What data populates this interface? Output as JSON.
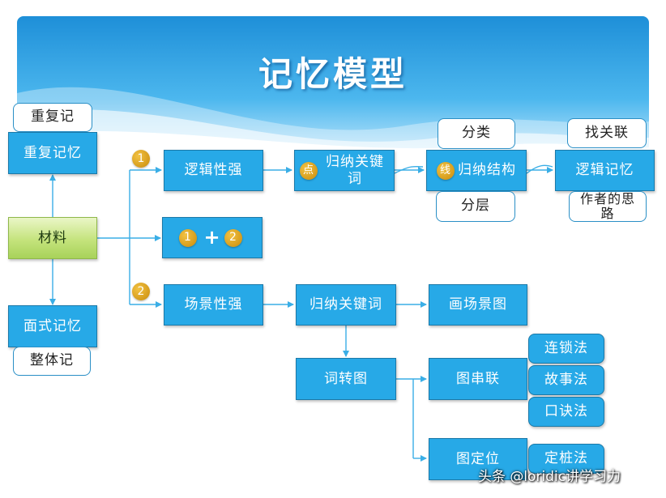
{
  "title": "记忆模型",
  "nodes": {
    "materials": "材料",
    "repeat_memory": "重复记忆",
    "repeat_memory_tag": "重复记",
    "surface_memory": "面式记忆",
    "whole_memory_tag": "整体记",
    "logic_strong": "逻辑性强",
    "combo_plus": "+",
    "scene_strong": "场景性强",
    "summarize_keywords_top": "归纳关键词",
    "summarize_structure": "归纳结构",
    "logic_memory": "逻辑记忆",
    "classify": "分类",
    "layering": "分层",
    "find_relation": "找关联",
    "author_thought": "作者的思路",
    "summarize_keywords_bottom": "归纳关键词",
    "draw_scene": "画场景图",
    "word_to_image": "词转图",
    "image_chain": "图串联",
    "image_locate": "图定位",
    "chain_method": "连锁法",
    "story_method": "故事法",
    "rhyme_method": "口诀法",
    "peg_method": "定桩法"
  },
  "badges": {
    "one": "1",
    "two": "2",
    "point": "点",
    "line": "线"
  },
  "watermark": "头条 @loridic讲学习力",
  "colors": {
    "box_fill": "#27a9e7",
    "line": "#3aaee6",
    "badge": "#e0a21a",
    "material_green": "#b5dc6a"
  }
}
